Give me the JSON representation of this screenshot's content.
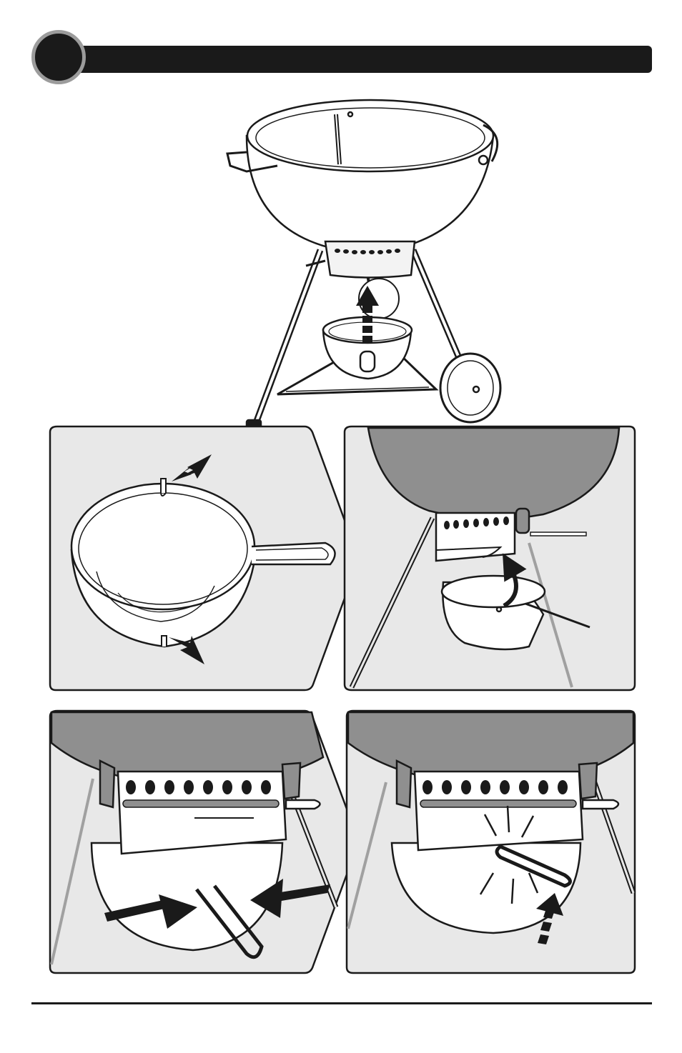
{
  "header": {
    "step_number": ""
  },
  "colors": {
    "panel_fill": "#e8e8e8",
    "bowl_grey": "#8f8f8f",
    "ink": "#1a1a1a",
    "header_black": "#1a1a1a",
    "circle_ring": "#9c9c9c"
  },
  "panels": [
    {
      "id": "overview",
      "icons": [
        "kettle-grill-icon",
        "ash-catcher-icon",
        "up-arrow-icon"
      ]
    },
    {
      "id": "ash-catcher-tabs",
      "icons": [
        "ash-catcher-icon",
        "pointer-arrow-icon"
      ]
    },
    {
      "id": "attach-catcher",
      "icons": [
        "bowl-underside-icon",
        "curved-arrow-icon"
      ]
    },
    {
      "id": "squeeze-handle",
      "icons": [
        "wire-handle-icon",
        "push-arrow-icon"
      ]
    },
    {
      "id": "lock-handle",
      "icons": [
        "wire-handle-icon",
        "click-burst-icon",
        "up-arrow-icon"
      ]
    }
  ]
}
